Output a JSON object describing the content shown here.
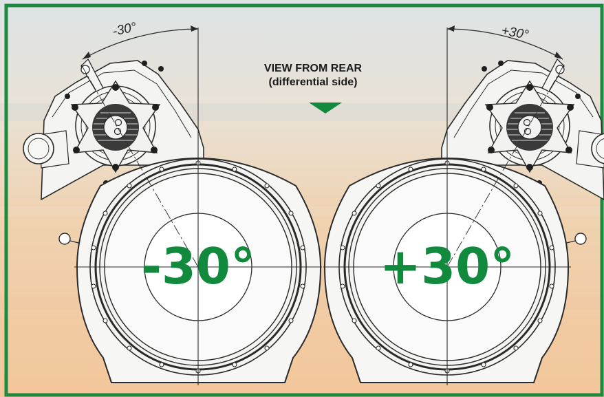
{
  "angles": {
    "left_arc": "-30°",
    "right_arc": "+30°"
  },
  "caption": {
    "line1": "VIEW FROM REAR",
    "line2": "(differential side)"
  },
  "big_labels": {
    "left": "-30°",
    "right": "+30°"
  },
  "colors": {
    "accent": "#118a3e",
    "frame": "#1e8a3f",
    "sky_top": "#dce3e6",
    "sky_mid": "#ecdcc6",
    "sky_low": "#f2c9a1",
    "ink": "#262626",
    "housing": "#f5f5f3"
  }
}
